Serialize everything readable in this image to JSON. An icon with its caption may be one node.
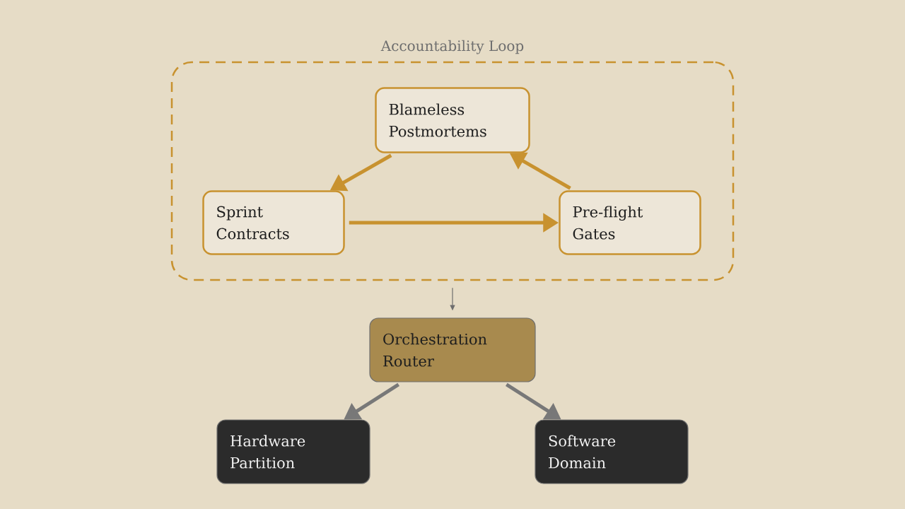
{
  "diagram": {
    "nodes": [
      {
        "text": [
          "Accountability Loop"
        ]
      },
      {
        "text": [
          "Blameless Postmortems"
        ],
        "in": 0
      },
      {
        "text": [
          "Sprint Contracts"
        ],
        "in": 0
      },
      {
        "text": [
          "Pre-flight Gates"
        ],
        "in": 0
      },
      {
        "text": [
          "Orchestration Router"
        ]
      },
      {
        "text": [
          "Hardware Partition"
        ]
      },
      {
        "text": [
          "Software Domain"
        ]
      }
    ],
    "edges": [
      {
        "from": 1,
        "to": 2,
        "arrow": "to",
        "color": "#c8922f"
      },
      {
        "from": 2,
        "to": 3,
        "arrow": "to",
        "color": "#c8922f"
      },
      {
        "from": 3,
        "to": 1,
        "arrow": "to",
        "color": "#c8922f"
      },
      {
        "from": 0,
        "to": 4,
        "arrow": "to",
        "color": "#6e6e6e"
      },
      {
        "from": 4,
        "to": 5,
        "arrow": "to",
        "color": "#787878"
      },
      {
        "from": 4,
        "to": 6,
        "arrow": "to",
        "color": "#787878"
      }
    ]
  }
}
